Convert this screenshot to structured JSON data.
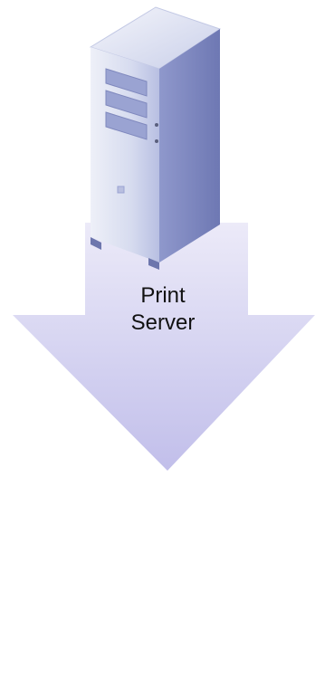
{
  "diagram": {
    "label_line1": "Print",
    "label_line2": "Server",
    "colors": {
      "arrow_fill": "#c9c8ec",
      "arrow_fill_light": "#dedcf4",
      "server_body": "#a7aed6",
      "server_face": "#dfe2f1",
      "server_side": "#7f88bd",
      "dashed_line": "#8c8c8c"
    },
    "icons": [
      "server-icon-top",
      "server-icon-bottom",
      "down-arrow"
    ]
  }
}
